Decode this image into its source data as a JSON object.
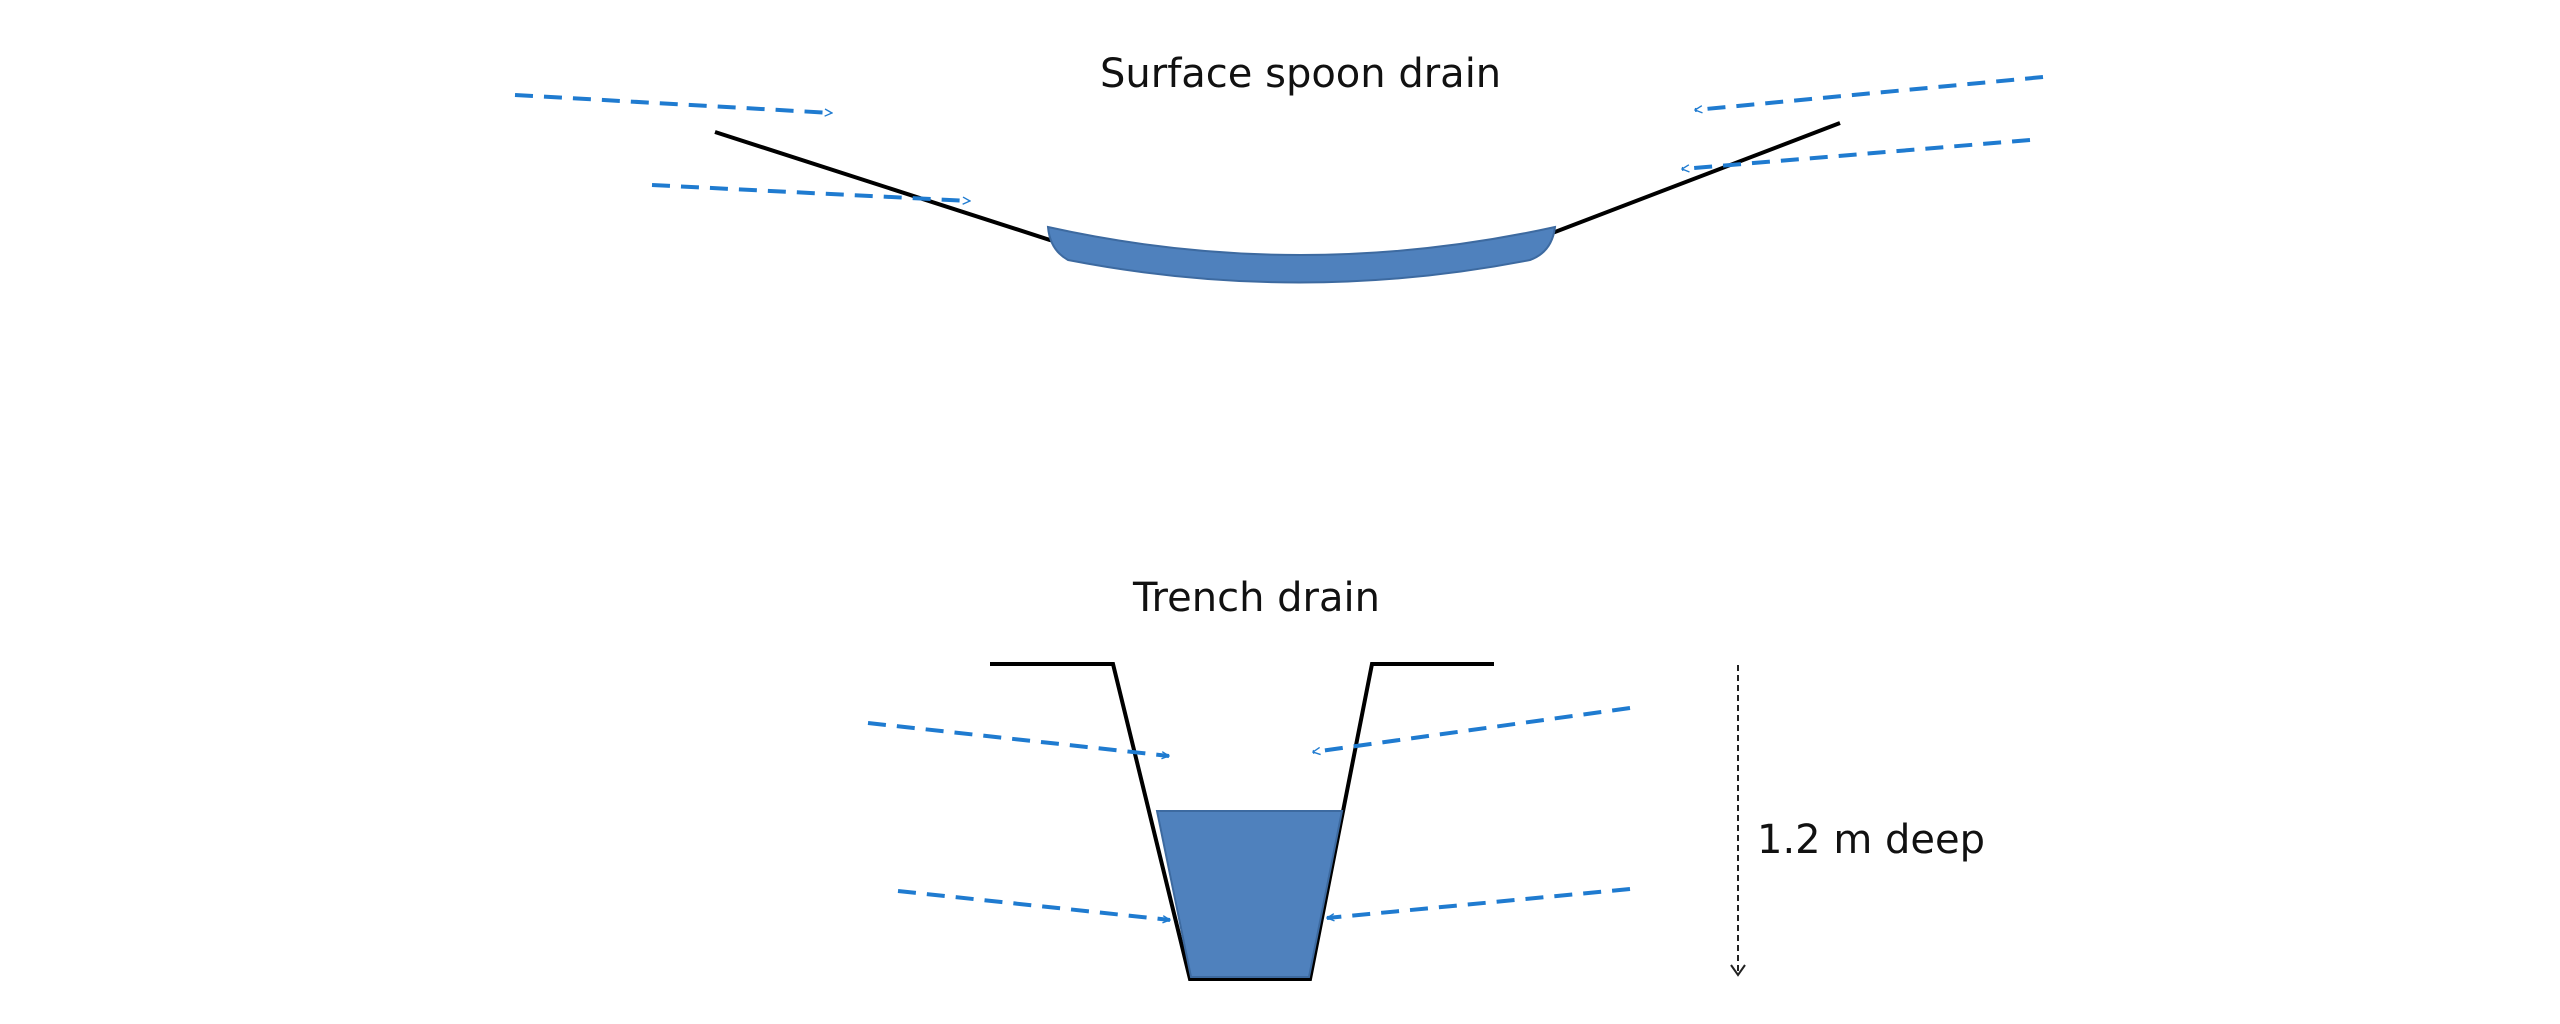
{
  "diagrams": {
    "spoon": {
      "title": "Surface spoon drain"
    },
    "trench": {
      "title": "Trench drain",
      "depth_label": "1.2 m deep"
    }
  },
  "colors": {
    "water_fill": "#4f81bd",
    "water_stroke": "#3d6aa0",
    "flow_arrows": "#1f7bd0",
    "ground_line": "#000000",
    "depth_arrow": "#222222"
  }
}
